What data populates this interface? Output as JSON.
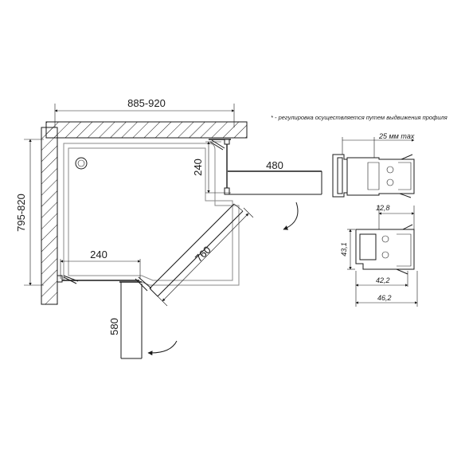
{
  "dimensions": {
    "top_width": "885-920",
    "left_height": "795-820",
    "door_top_width": "240",
    "door_right_panel": "480",
    "door_bottom_width": "240",
    "diagonal": "760",
    "door_bottom_panel": "580"
  },
  "note": "* - регулировка осуществляется путем выдвижения профиля",
  "profile_top": {
    "adjust_label": "25 мм max"
  },
  "profile_bottom": {
    "w_top": "12,8",
    "height": "43,1",
    "w_mid": "42,2",
    "w_total": "46,2"
  },
  "colors": {
    "line": "#1a1a1a",
    "hatch": "#1a1a1a",
    "tray": "#8a8a8a"
  }
}
